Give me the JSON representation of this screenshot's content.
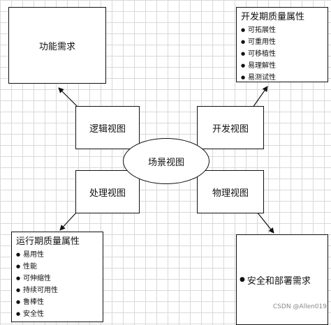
{
  "nodes": {
    "functional_requirements": {
      "label": "功能需求"
    },
    "development_quality": {
      "title": "开发期质量属性",
      "items": [
        "可拓展性",
        "可重用性",
        "可移植性",
        "易理解性",
        "易测试性"
      ]
    },
    "logical_view": {
      "label": "逻辑视图"
    },
    "development_view": {
      "label": "开发视图"
    },
    "scenario_view": {
      "label": "场景视图"
    },
    "process_view": {
      "label": "处理视图"
    },
    "physical_view": {
      "label": "物理视图"
    },
    "runtime_quality": {
      "title": "运行期质量属性",
      "items": [
        "易用性",
        "性能",
        "可伸缩性",
        "持续可用性",
        "鲁棒性",
        "安全性"
      ]
    },
    "security_deployment": {
      "bullet": "●",
      "label": "安全和部署需求"
    }
  },
  "watermark": "CSDN @Allen019",
  "colors": {
    "grid": "#d9d9d9",
    "stroke": "#111111"
  }
}
